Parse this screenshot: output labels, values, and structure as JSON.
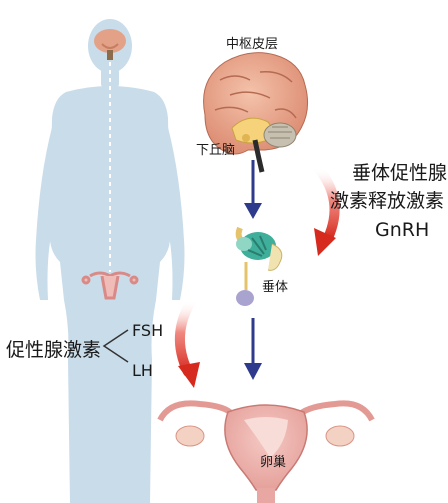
{
  "labels": {
    "cortex": "中枢皮层",
    "hypothalamus": "下丘脑",
    "pituitary": "垂体",
    "ovary": "卵巢",
    "gnrh_line1": "垂体促性腺",
    "gnrh_line2": "激素释放激素",
    "gnrh_abbr": "GnRH",
    "gonadotropin": "促性腺激素",
    "fsh": "FSH",
    "lh": "LH"
  },
  "colors": {
    "silhouette": "#c9dcea",
    "arrow_blue": "#2e3a8c",
    "arrow_red": "#d62a1e",
    "brain_pink": "#e8a38a",
    "pituitary_teal": "#3fae9a",
    "uterus_pink": "#e9a7a3"
  }
}
